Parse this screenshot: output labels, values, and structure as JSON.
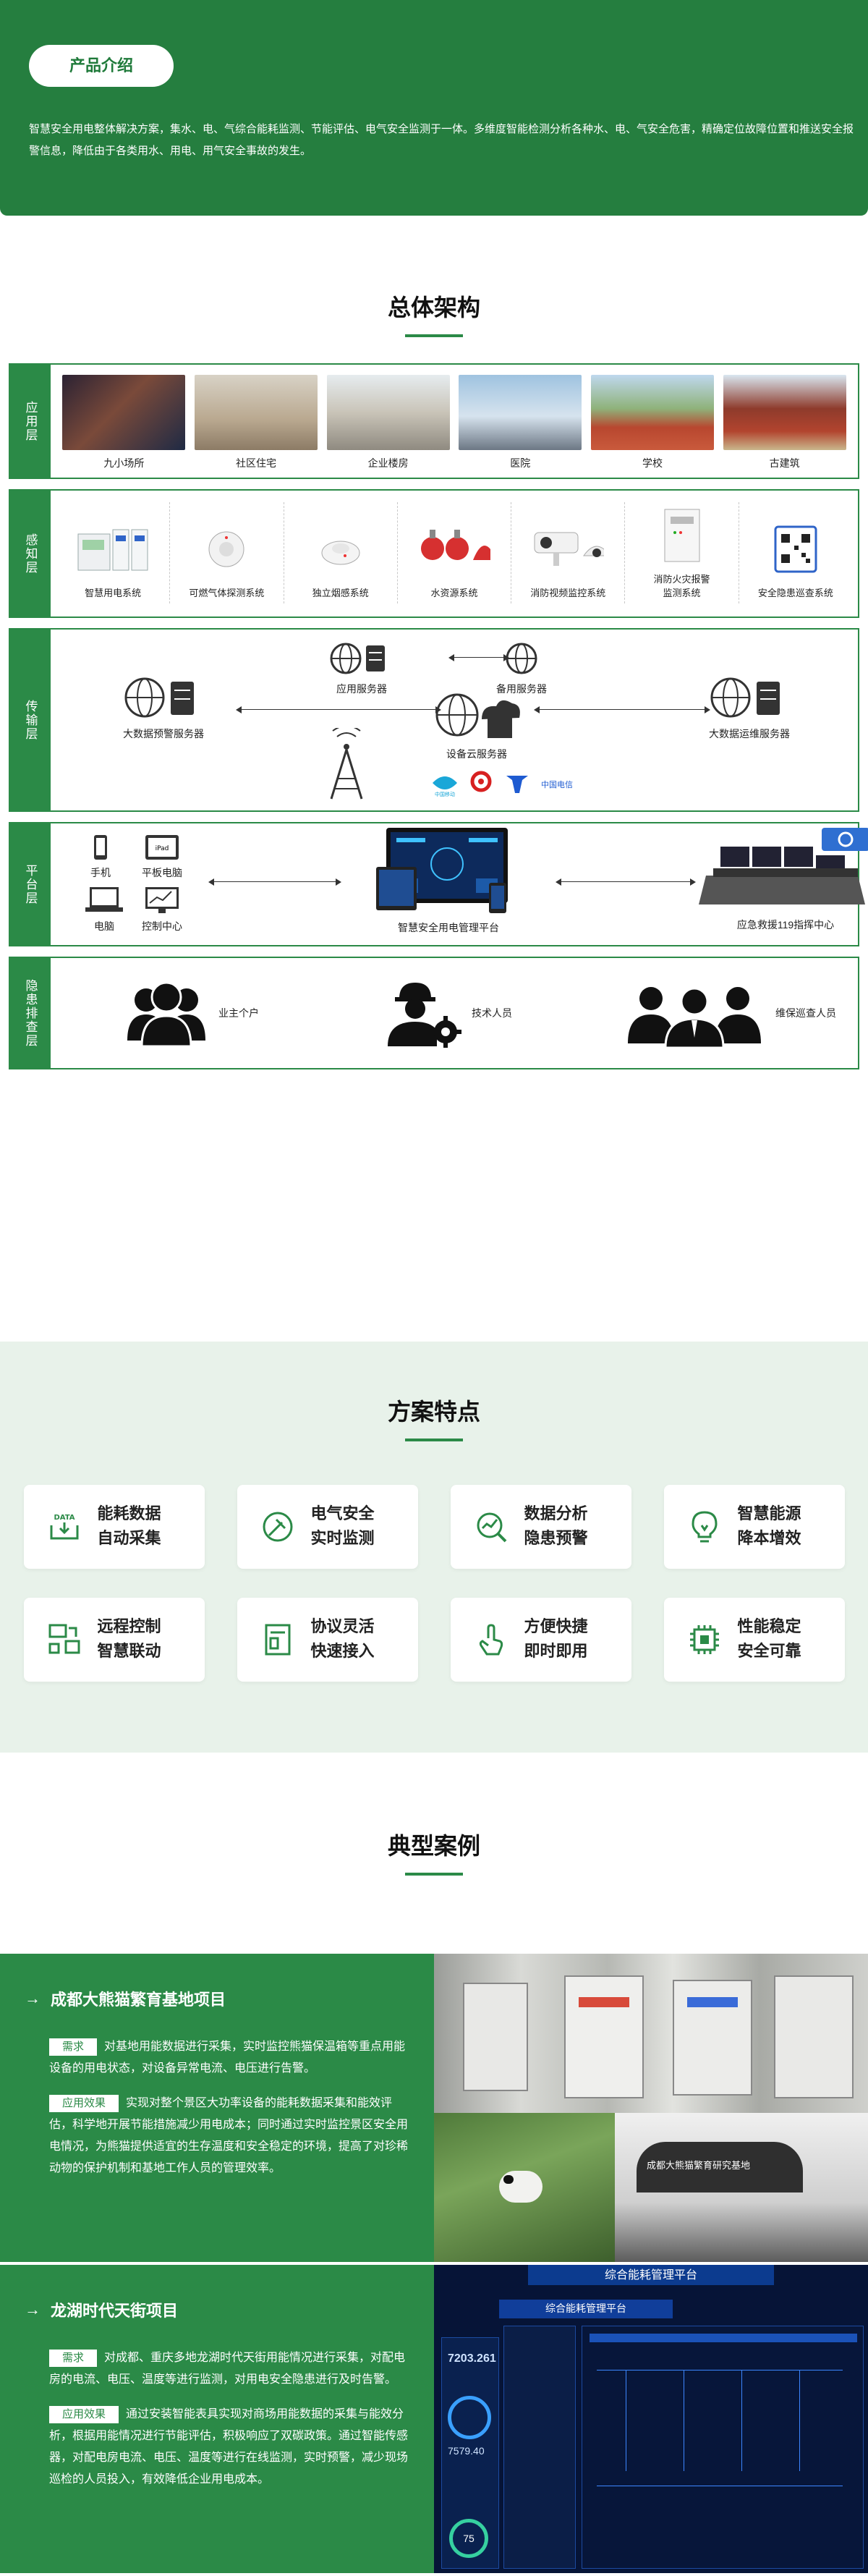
{
  "intro": {
    "title": "产品介绍",
    "text": "智慧安全用电整体解决方案，集水、电、气综合能耗监测、节能评估、电气安全监测于一体。多维度智能检测分析各种水、电、气安全危害，精确定位故障位置和推送安全报警信息，降低由于各类用水、用电、用气安全事故的发生。"
  },
  "architecture": {
    "title": "总体架构",
    "layers": {
      "app": "应用层",
      "sense": "感知层",
      "trans": "传输层",
      "plat": "平台层",
      "check": "隐患排查层"
    },
    "app_items": [
      "九小场所",
      "社区住宅",
      "企业楼房",
      "医院",
      "学校",
      "古建筑"
    ],
    "sense_items": [
      "智慧用电系统",
      "可燃气体探测系统",
      "独立烟感系统",
      "水资源系统",
      "消防视频监控系统",
      "消防火灾报警监测系统",
      "安全隐患巡查系统"
    ],
    "trans_nodes": {
      "app_server": "应用服务器",
      "backup_server": "备用服务器",
      "big_data_alarm": "大数据预警服务器",
      "cloud": "设备云服务器",
      "big_data_ops": "大数据运维服务器",
      "carrier_mobile": "中国移动",
      "carrier_telecom": "中国电信"
    },
    "plat_nodes": {
      "phone": "手机",
      "ipad": "平板电脑",
      "ipad_screen": "iPad",
      "pc": "电脑",
      "control": "控制中心",
      "platform": "智慧安全用电管理平台",
      "emergency": "应急救援119指挥中心"
    },
    "check_roles": [
      "业主个户",
      "技术人员",
      "维保巡查人员"
    ]
  },
  "features": {
    "title": "方案特点",
    "items": [
      {
        "l1": "能耗数据",
        "l2": "自动采集",
        "icon": "data-icon"
      },
      {
        "l1": "电气安全",
        "l2": "实时监测",
        "icon": "plug-icon"
      },
      {
        "l1": "数据分析",
        "l2": "隐患预警",
        "icon": "analysis-icon"
      },
      {
        "l1": "智慧能源",
        "l2": "降本增效",
        "icon": "bulb-icon"
      },
      {
        "l1": "远程控制",
        "l2": "智慧联动",
        "icon": "remote-icon"
      },
      {
        "l1": "协议灵活",
        "l2": "快速接入",
        "icon": "protocol-icon"
      },
      {
        "l1": "方便快捷",
        "l2": "即时即用",
        "icon": "touch-icon"
      },
      {
        "l1": "性能稳定",
        "l2": "安全可靠",
        "icon": "chip-icon"
      }
    ],
    "data_icon_text": "DATA"
  },
  "cases": {
    "title": "典型案例",
    "tag_need": "需求",
    "tag_effect": "应用效果",
    "items": [
      {
        "title": "成都大熊猫繁育基地项目",
        "need": "对基地用能数据进行采集，实时监控熊猫保温箱等重点用能设备的用电状态，对设备异常电流、电压进行告警。",
        "effect": "实现对整个景区大功率设备的能耗数据采集和能效评估，科学地开展节能措施减少用电成本；同时通过实时监控景区安全用电情况，为熊猫提供适宜的生存温度和安全稳定的环境，提高了对珍稀动物的保护机制和基地工作人员的管理效率。",
        "photo_sign": "成都大熊猫繁育研究基地"
      },
      {
        "title": "龙湖时代天街项目",
        "need": "对成都、重庆多地龙湖时代天街用能情况进行采集，对配电房的电流、电压、温度等进行监测，对用电安全隐患进行及时告警。",
        "effect": "通过安装智能表具实现对商场用能数据的采集与能效分析，根据用能情况进行节能评估，积极响应了双碳政策。通过智能传感器，对配电房电流、电压、温度等进行在线监测，实时预警，减少现场巡检的人员投入，有效降低企业用电成本。",
        "screen_title": "综合能耗管理平台",
        "screen_subtitle": "综合能耗管理平台",
        "screen_value1": "7203.261",
        "screen_value2": "7579.40",
        "screen_value3": "75"
      }
    ]
  },
  "colors": {
    "primary": "#2b8a47",
    "intro_bg": "#257e3f",
    "feature_bg": "#e8f2ea"
  }
}
